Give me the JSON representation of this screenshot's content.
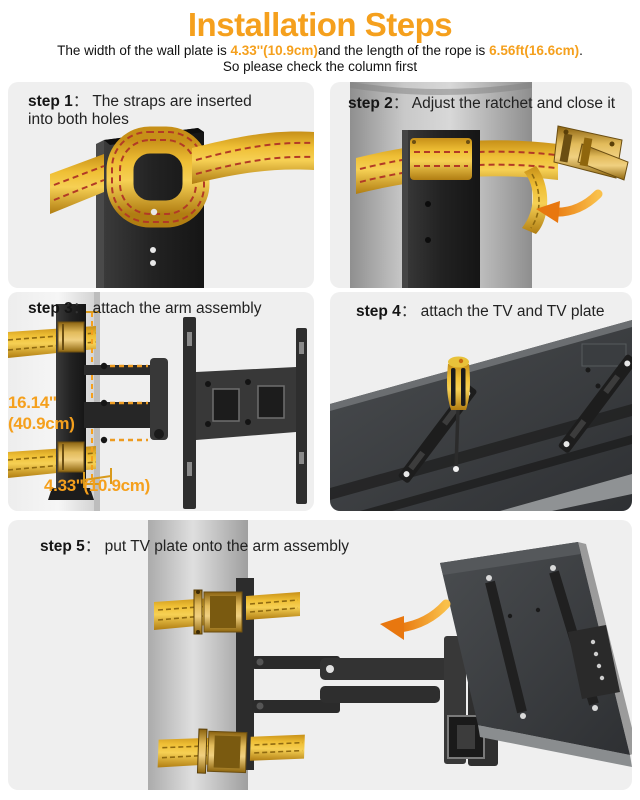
{
  "page": {
    "title": "Installation Steps",
    "subtitle": {
      "part1": "The width of the wall plate is ",
      "width_value": "4.33''(10.9cm)",
      "part2": "and the length of the rope is ",
      "length_value": "6.56ft(16.6cm)",
      "period": ".",
      "line2": "So please check the column first"
    }
  },
  "ui": {
    "colon": "： "
  },
  "steps": [
    {
      "label": "step 1",
      "text": "The straps are inserted into both holes"
    },
    {
      "label": "step 2",
      "text": "Adjust the ratchet and close it"
    },
    {
      "label": "step 3",
      "text": "attach the arm assembly"
    },
    {
      "label": "step 4",
      "text": "attach the TV and TV plate"
    },
    {
      "label": "step 5",
      "text": "put TV plate onto the arm assembly"
    }
  ],
  "measurements": {
    "plate_height_in": "16.14''",
    "plate_height_cm": "(40.9cm)",
    "plate_width": "4.33''(10.9cm)"
  },
  "colors": {
    "accent_orange": "#F5A01D",
    "strap_yellow": "#F2C53D",
    "stitch_red": "#B23A26",
    "ratchet_gold": "#D9AE4C",
    "panel_gray": "#EFEFEF",
    "plate_black": "#262626",
    "column_gray": "#C9C9C9"
  }
}
